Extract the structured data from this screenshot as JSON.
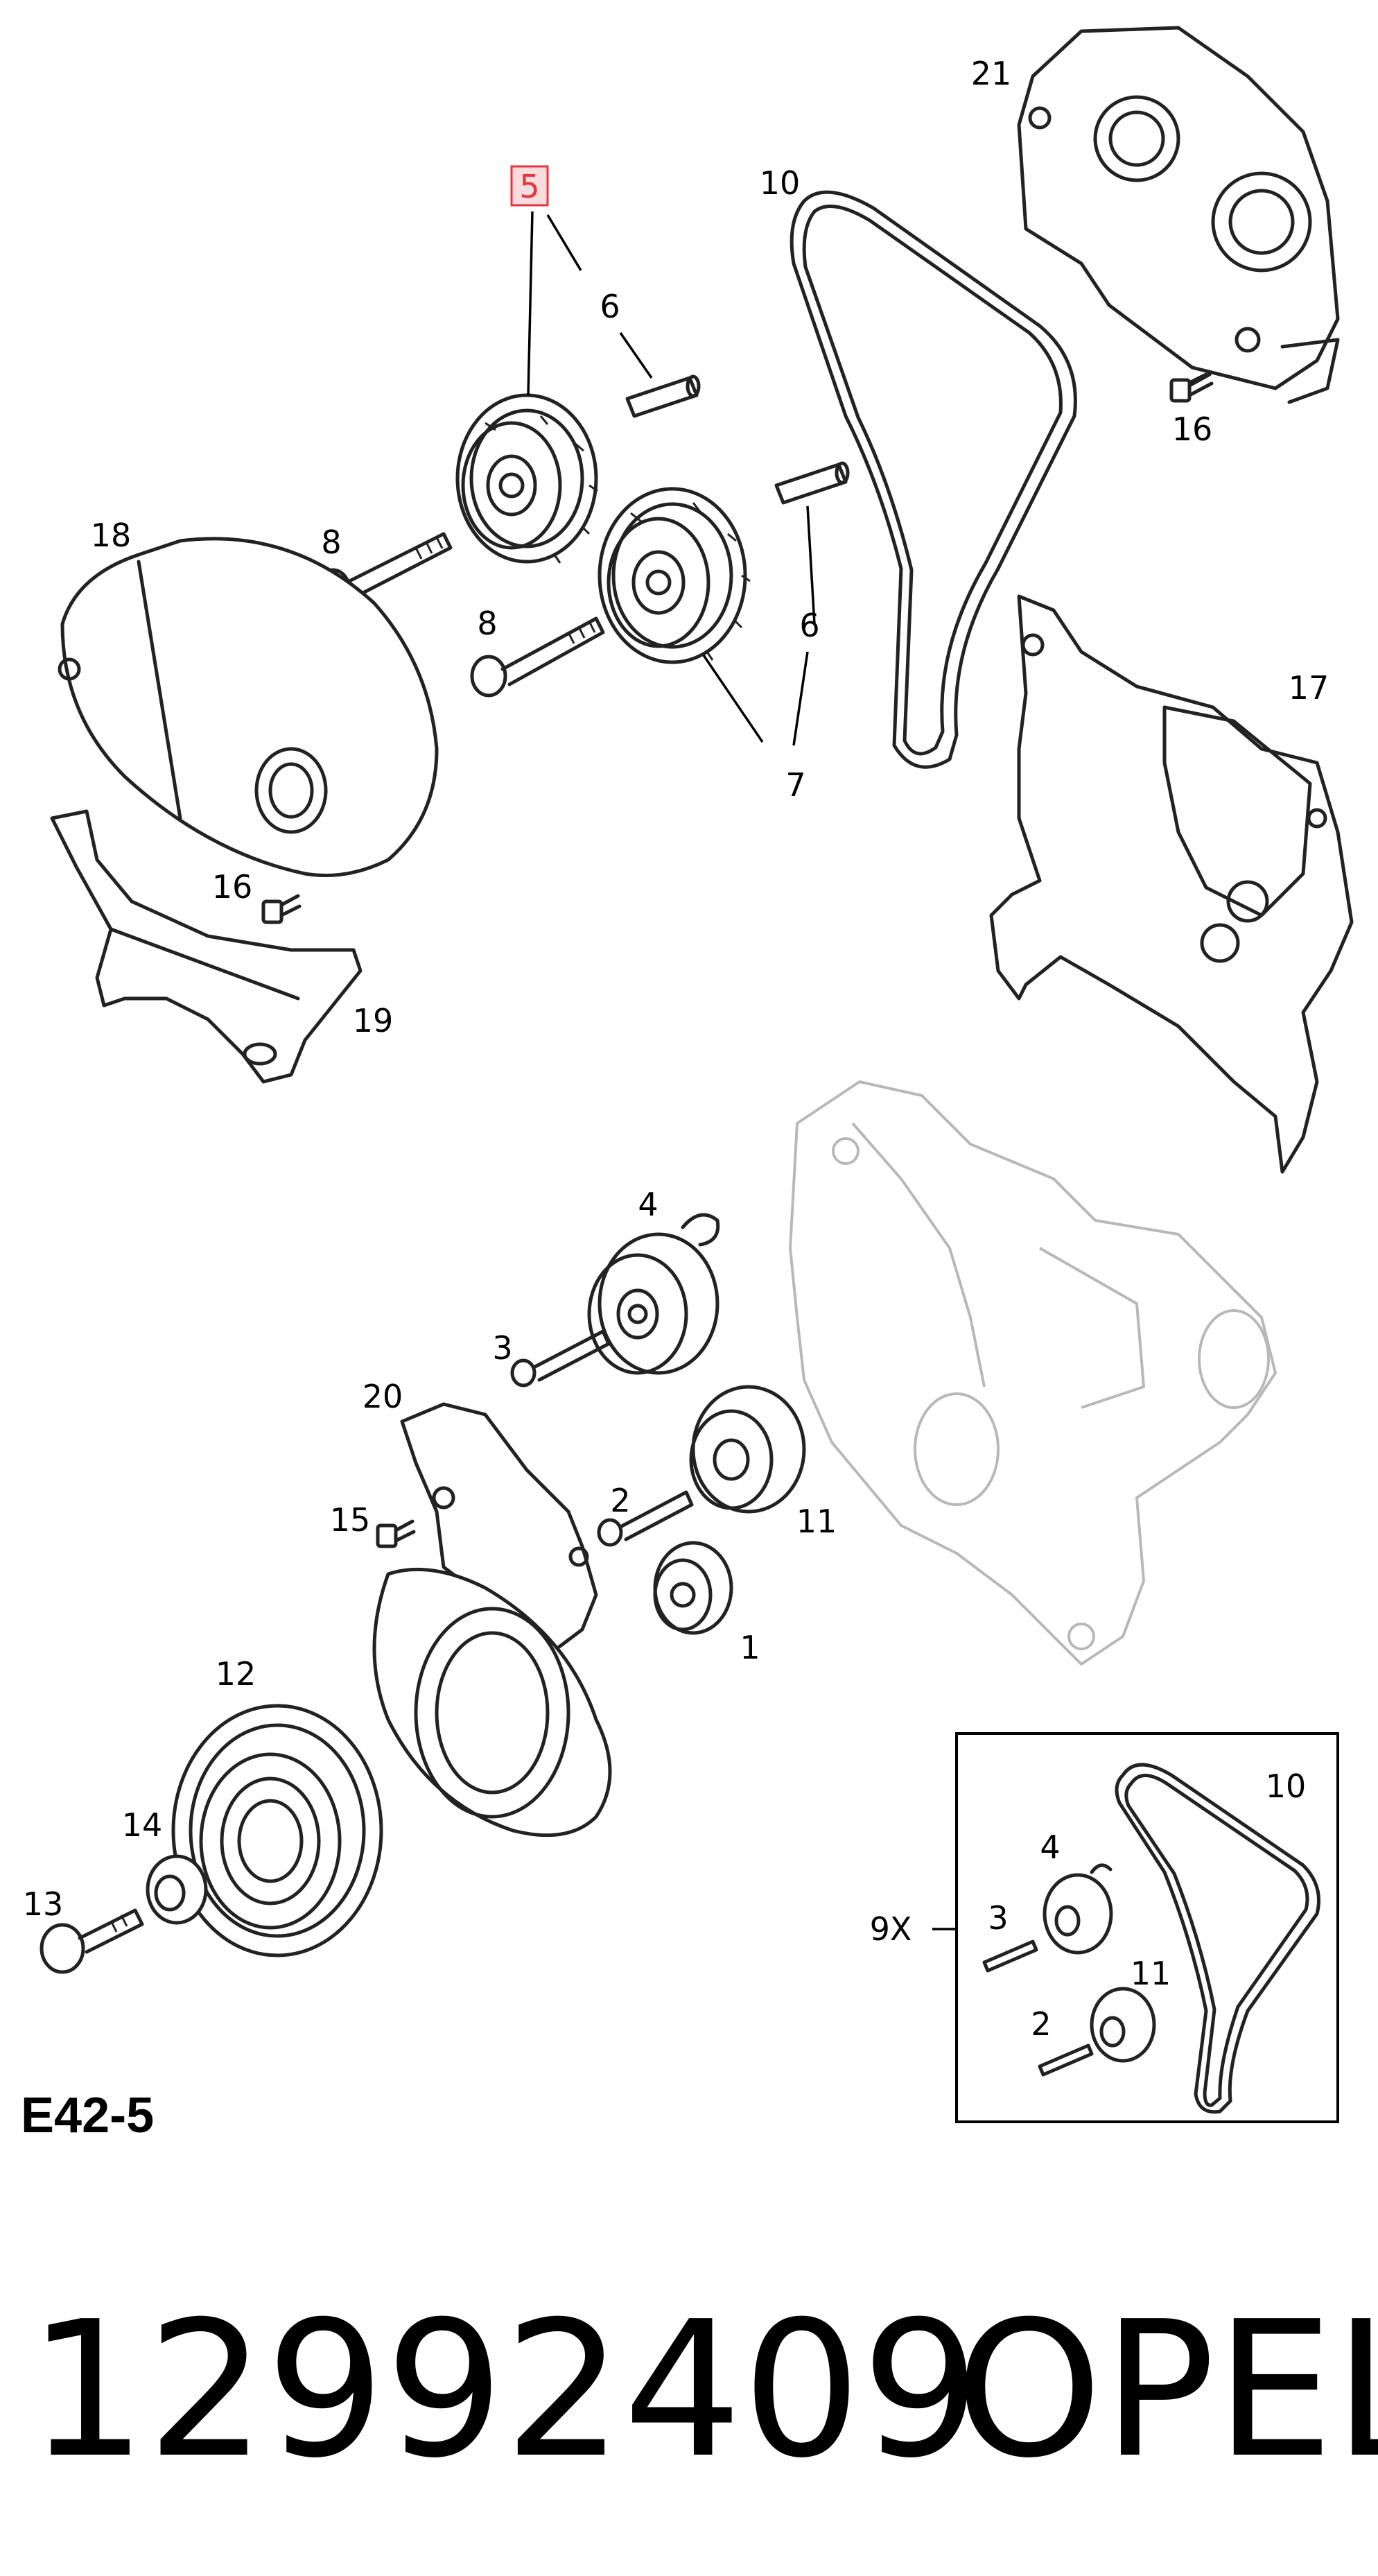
{
  "diagram": {
    "callouts": {
      "c1": "1",
      "c2a": "2",
      "c3a": "3",
      "c4a": "4",
      "c5": "5",
      "c6a": "6",
      "c6b": "6",
      "c7": "7",
      "c8a": "8",
      "c8b": "8",
      "c10a": "10",
      "c11a": "11",
      "c12": "12",
      "c13": "13",
      "c14": "14",
      "c15": "15",
      "c16a": "16",
      "c16b": "16",
      "c17": "17",
      "c18": "18",
      "c19": "19",
      "c20": "20",
      "c21": "21",
      "c2b": "2",
      "c3b": "3",
      "c4b": "4",
      "c10b": "10",
      "c11b": "11"
    },
    "highlight_color": "#e8323c",
    "inset_label": "9X",
    "figure_code": "E42-5"
  },
  "footer": {
    "part_number": "12992409",
    "brand": "OPEL"
  }
}
